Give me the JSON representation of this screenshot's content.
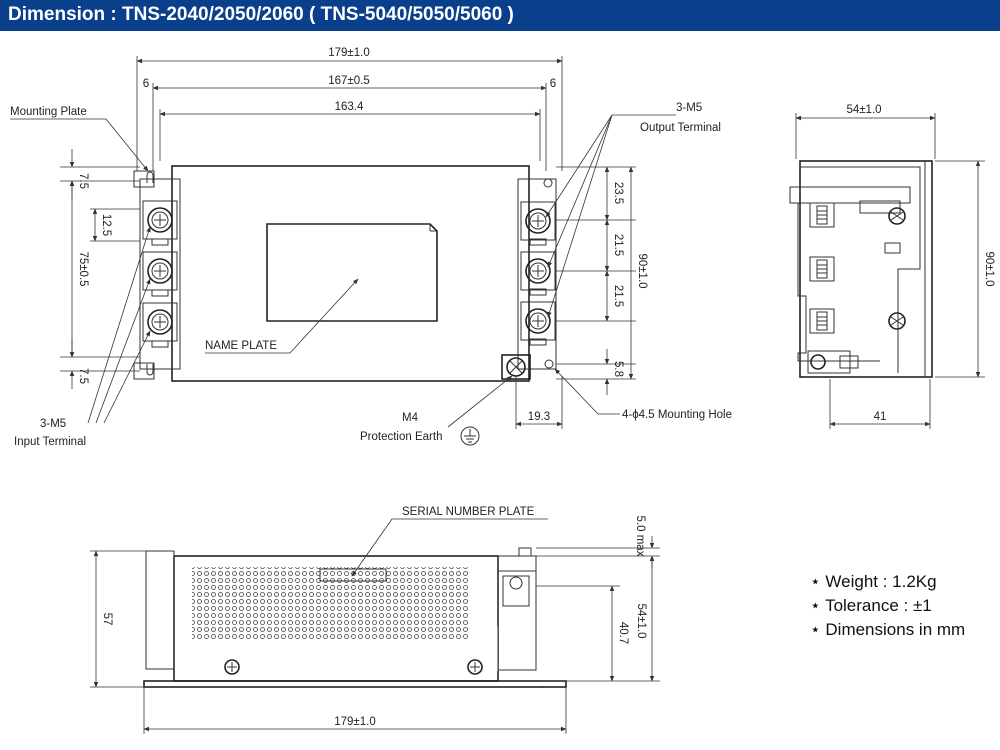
{
  "header": {
    "title": "Dimension : TNS-2040/2050/2060  ( TNS-5040/5050/5060 )",
    "bg_color": "#0a3f8c"
  },
  "top_view": {
    "overall_width": "179±1.0",
    "hole_pitch": "167±0.5",
    "body_width": "163.4",
    "left_offset": "6",
    "right_offset": "6",
    "mounting_plate": "Mounting Plate",
    "output_terminal_count": "3-M5",
    "output_terminal": "Output Terminal",
    "input_terminal_count": "3-M5",
    "input_terminal": "Input Terminal",
    "name_plate": "NAME PLATE",
    "earth_screw": "M4",
    "protection_earth": "Protection Earth",
    "mounting_hole": "4-ϕ4.5 Mounting Hole",
    "earth_offset": "19.3",
    "left_top_margin": "7.5",
    "terminal_gap": "12.5",
    "hole_span": "75±0.5",
    "left_bottom_margin": "7.5",
    "right_pitch_1": "23.5",
    "right_pitch_2": "21.5",
    "right_pitch_3": "21.5",
    "overall_height": "90±1.0",
    "bottom_margin": "5.8"
  },
  "side_view": {
    "depth": "54±1.0",
    "height": "90±1.0",
    "base_depth": "41"
  },
  "front_view": {
    "serial_plate": "SERIAL NUMBER PLATE",
    "height_left": "57",
    "screw_max": "5.0 max",
    "height": "54±1.0",
    "inner_height": "40.7",
    "width": "179±1.0"
  },
  "notes": {
    "weight": "Weight : 1.2Kg",
    "tolerance": "Tolerance : ±1",
    "units": "Dimensions in mm",
    "bullet": "⋆"
  }
}
